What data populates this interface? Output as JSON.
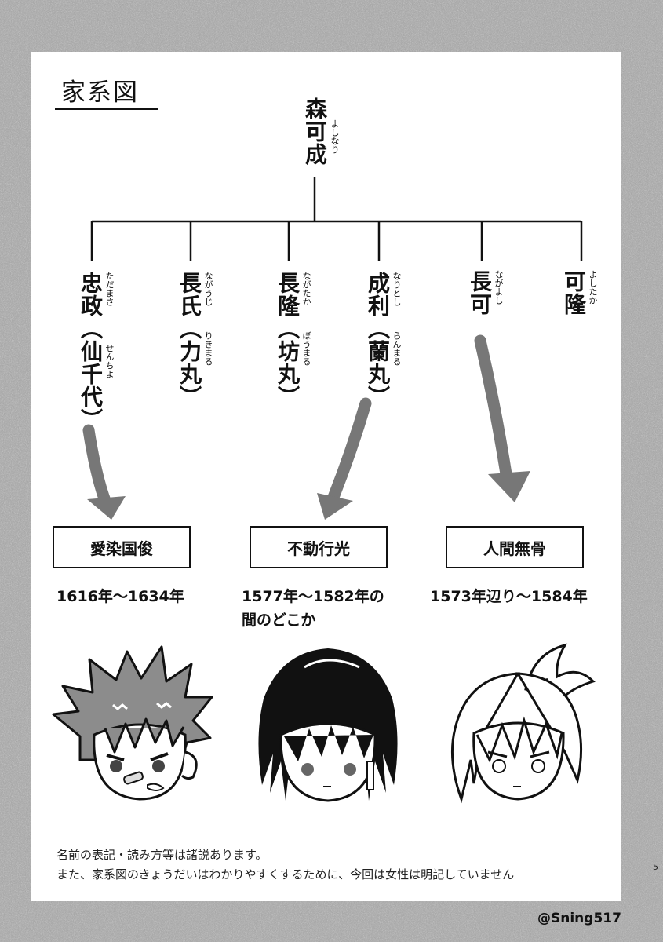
{
  "title": "家系図",
  "root": {
    "name": "森可成",
    "ruby": "よしなり"
  },
  "children": [
    {
      "name": "忠政（仙千代）",
      "ruby_main": "ただまさ",
      "ruby_child": "せんちよ"
    },
    {
      "name": "長氏（力丸）",
      "ruby_main": "ながうじ",
      "ruby_child": "りきまる"
    },
    {
      "name": "長隆（坊丸）",
      "ruby_main": "ながたか",
      "ruby_child": "ぼうまる"
    },
    {
      "name": "成利（蘭丸）",
      "ruby_main": "なりとし",
      "ruby_child": "らんまる"
    },
    {
      "name": "長可",
      "ruby_main": "ながよし"
    },
    {
      "name": "可隆",
      "ruby_main": "よしたか"
    }
  ],
  "swords": [
    {
      "name": "愛染国俊",
      "period": "1616年〜1634年"
    },
    {
      "name": "不動行光",
      "period_line1": "1577年〜1582年の",
      "period_line2": "間のどこか"
    },
    {
      "name": "人間無骨",
      "period": "1573年辺り〜1584年"
    }
  ],
  "notes": {
    "line1": "名前の表記・読み方等は諸説あります。",
    "line2": "また、家系図のきょうだいはわかりやすくするために、今回は女性は明記していません"
  },
  "page_number": "5",
  "credit": "@Sning517",
  "colors": {
    "arrow": "#7a7a7a",
    "ink": "#111111",
    "background_texture": "#9a9a9a"
  },
  "icons": [
    "aizen-kunitoshi-face-icon",
    "fudou-yukimitsu-face-icon",
    "nihongou-face-icon"
  ]
}
